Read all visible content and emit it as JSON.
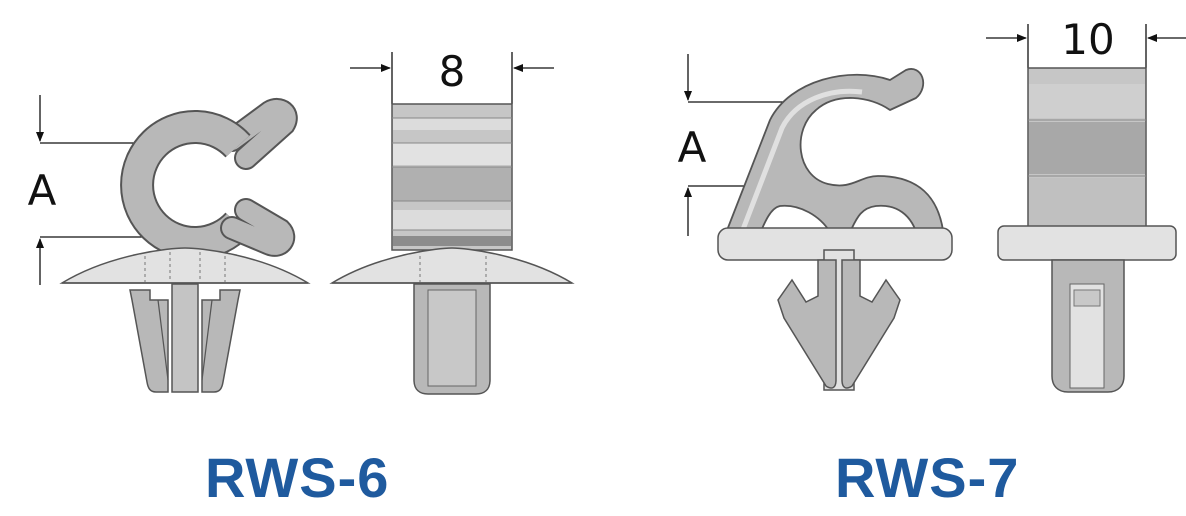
{
  "colors": {
    "label": "#1f5a9e",
    "clip_fill": "#b8b8b8",
    "clip_light": "#dcdcdc",
    "head_fill": "#e2e2e2",
    "outline": "#555555",
    "line": "#111111"
  },
  "products": [
    {
      "model": "RWS-6",
      "dimension_symbol": "A",
      "width_value": "8"
    },
    {
      "model": "RWS-7",
      "dimension_symbol": "A",
      "width_value": "10"
    }
  ]
}
